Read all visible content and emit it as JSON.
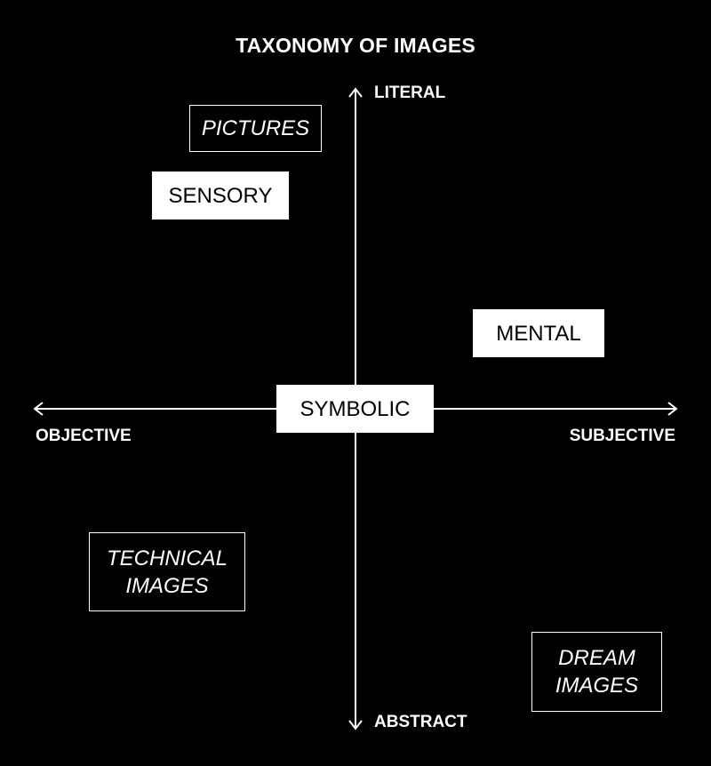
{
  "title": "TAXONOMY OF IMAGES",
  "axes": {
    "top": "LITERAL",
    "bottom": "ABSTRACT",
    "left": "OBJECTIVE",
    "right": "SUBJECTIVE"
  },
  "nodes": {
    "pictures": "PICTURES",
    "sensory": "SENSORY",
    "mental": "MENTAL",
    "symbolic": "SYMBOLIC",
    "technical": [
      "TECHNICAL",
      "IMAGES"
    ],
    "dream": [
      "DREAM",
      "IMAGES"
    ]
  },
  "colors": {
    "background": "#000000",
    "foreground": "#ffffff"
  }
}
